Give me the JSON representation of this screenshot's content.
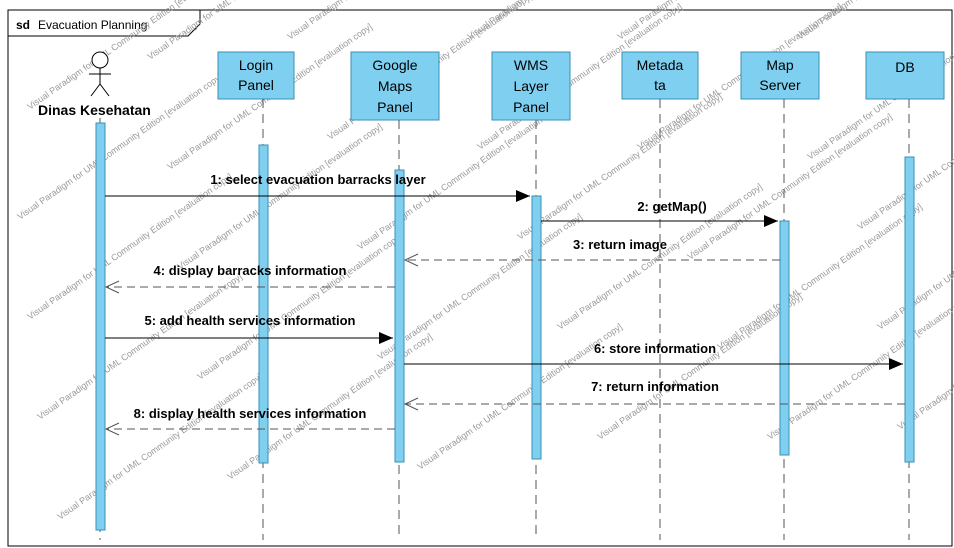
{
  "frame": {
    "keyword": "sd",
    "title": "Evacuation Planning"
  },
  "actor": {
    "name": "Dinas Kesehatan"
  },
  "lifelines": [
    {
      "id": "login",
      "lines": [
        "Login",
        "Panel"
      ]
    },
    {
      "id": "gmaps",
      "lines": [
        "Google",
        "Maps",
        "Panel"
      ]
    },
    {
      "id": "wms",
      "lines": [
        "WMS",
        "Layer",
        "Panel"
      ]
    },
    {
      "id": "metadata",
      "lines": [
        "Metada",
        "ta"
      ]
    },
    {
      "id": "mapserver",
      "lines": [
        "Map",
        "Server"
      ]
    },
    {
      "id": "db",
      "lines": [
        "DB"
      ]
    }
  ],
  "messages": [
    {
      "label": "1: select evacuation barracks layer",
      "from": "actor",
      "to": "wms",
      "kind": "sync"
    },
    {
      "label": "2: getMap()",
      "from": "wms",
      "to": "mapserver",
      "kind": "sync"
    },
    {
      "label": "3: return image",
      "from": "mapserver",
      "to": "gmaps",
      "kind": "return"
    },
    {
      "label": "4: display barracks information",
      "from": "gmaps",
      "to": "actor",
      "kind": "return"
    },
    {
      "label": "5: add health services information",
      "from": "actor",
      "to": "gmaps",
      "kind": "sync"
    },
    {
      "label": "6: store information",
      "from": "gmaps",
      "to": "db",
      "kind": "sync"
    },
    {
      "label": "7: return information",
      "from": "db",
      "to": "gmaps",
      "kind": "return"
    },
    {
      "label": "8: display health services information",
      "from": "gmaps",
      "to": "actor",
      "kind": "return"
    }
  ],
  "watermark": "Visual Paradigm for UML Community Edition [evaluation copy]",
  "colors": {
    "box_fill": "#7fd0f0",
    "box_stroke": "#3a8fb5",
    "line": "#000000",
    "dashed": "#555555"
  }
}
